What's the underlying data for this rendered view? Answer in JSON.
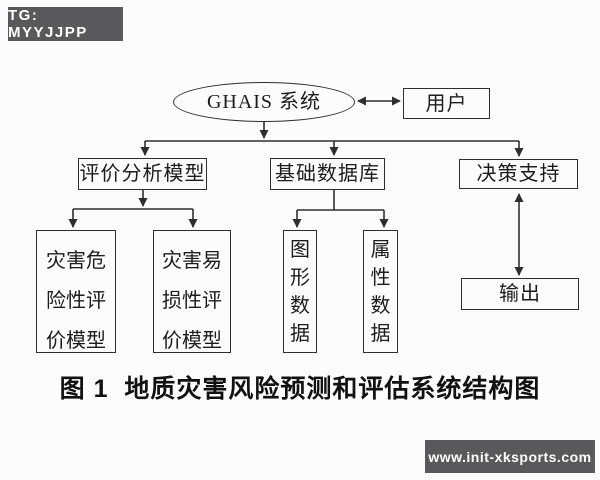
{
  "watermarks": {
    "top_left": "TG: MYYJJPP",
    "bottom_right": "www.init-xksports.com"
  },
  "figure": {
    "caption": "图 1  地质灾害风险预测和评估系统结构图",
    "nodes": {
      "root": "GHAIS 系统",
      "user": "用户",
      "eval_model": "评价分析模型",
      "database": "基础数据库",
      "decision_support": "决策支持",
      "hazard_risk_model": "灾害危险性评价模型",
      "vulnerability_model": "灾害易损性评价模型",
      "graphic_data": "图形数据",
      "attribute_data": "属性数据",
      "output": "输出"
    },
    "edges": [
      {
        "from": "root",
        "to": "user",
        "type": "bidirectional"
      },
      {
        "from": "root",
        "to": "eval_model",
        "type": "arrow"
      },
      {
        "from": "root",
        "to": "database",
        "type": "arrow"
      },
      {
        "from": "root",
        "to": "decision_support",
        "type": "arrow"
      },
      {
        "from": "eval_model",
        "to": "hazard_risk_model",
        "type": "arrow"
      },
      {
        "from": "eval_model",
        "to": "vulnerability_model",
        "type": "arrow"
      },
      {
        "from": "database",
        "to": "graphic_data",
        "type": "arrow"
      },
      {
        "from": "database",
        "to": "attribute_data",
        "type": "arrow"
      },
      {
        "from": "decision_support",
        "to": "output",
        "type": "bidirectional"
      }
    ]
  },
  "colors": {
    "background": "#fcfcfc",
    "line": "#2e2e2e",
    "watermark_bg": "#59595b",
    "watermark_text": "#ffffff",
    "text": "#1c1c1c"
  }
}
